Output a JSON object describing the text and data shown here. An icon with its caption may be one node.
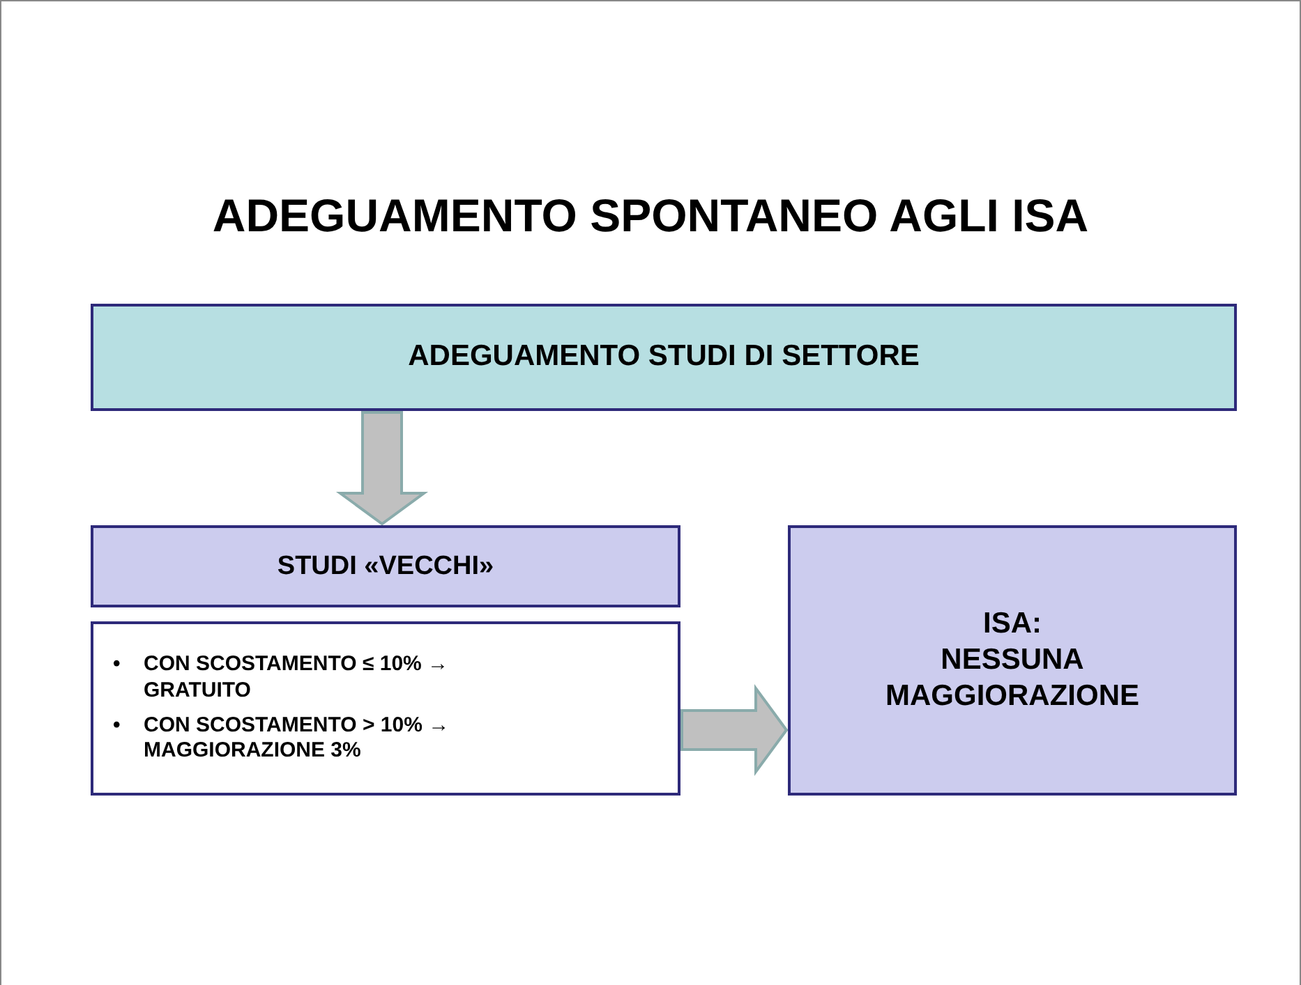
{
  "diagram": {
    "title": "ADEGUAMENTO SPONTANEO AGLI ISA",
    "nodes": [
      {
        "text": [
          "ADEGUAMENTO STUDI DI SETTORE"
        ]
      },
      {
        "text": [
          "STUDI «VECCHI»"
        ]
      },
      {
        "text": [
          "CON SCOSTAMENTO ≤ 10% → GRATUITO",
          "CON SCOSTAMENTO > 10% → MAGGIORAZIONE 3%"
        ]
      },
      {
        "text": [
          "ISA:",
          "NESSUNA MAGGIORAZIONE"
        ]
      }
    ],
    "edges": [
      {
        "from": 0,
        "to": 1,
        "arrow": "to"
      },
      {
        "from": 2,
        "to": 3,
        "arrow": "to"
      }
    ],
    "labels": [
      "•",
      "•"
    ]
  }
}
